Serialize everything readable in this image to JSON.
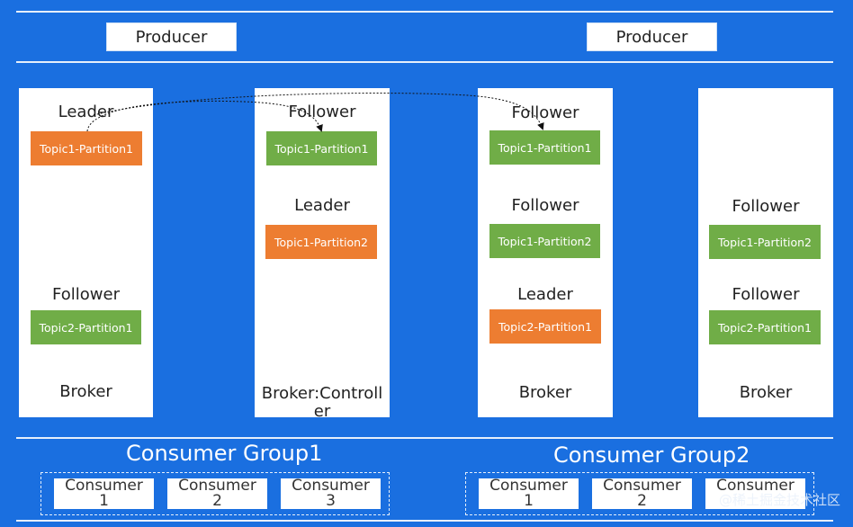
{
  "producers": [
    "Producer",
    "Producer"
  ],
  "brokers": [
    {
      "roles": [
        "Leader",
        "Follower"
      ],
      "partitions": [
        "Topic1-Partition1",
        "Topic2-Partition1"
      ],
      "label": "Broker"
    },
    {
      "roles": [
        "Follower",
        "Leader"
      ],
      "partitions": [
        "Topic1-Partition1",
        "Topic1-Partition2"
      ],
      "label": "Broker:Controll",
      "label_cont": "er"
    },
    {
      "roles": [
        "Follower",
        "Follower",
        "Leader"
      ],
      "partitions": [
        "Topic1-Partition1",
        "Topic1-Partition2",
        "Topic2-Partition1"
      ],
      "label": "Broker"
    },
    {
      "roles": [
        "Follower",
        "Follower"
      ],
      "partitions": [
        "Topic1-Partition2",
        "Topic2-Partition1"
      ],
      "label": "Broker"
    }
  ],
  "groups": [
    {
      "title": "Consumer Group1",
      "consumers": [
        {
          "name": "Consumer",
          "num": "1"
        },
        {
          "name": "Consumer",
          "num": "2"
        },
        {
          "name": "Consumer",
          "num": "3"
        }
      ]
    },
    {
      "title": "Consumer Group2",
      "consumers": [
        {
          "name": "Consumer",
          "num": "1"
        },
        {
          "name": "Consumer",
          "num": "2"
        },
        {
          "name": "Consumer",
          "num": ""
        }
      ]
    }
  ],
  "watermark": "@稀土掘金技术社区",
  "colors": {
    "background": "#1a6fe0",
    "leader_partition": "#ed7d31",
    "follower_partition": "#70ad47"
  }
}
